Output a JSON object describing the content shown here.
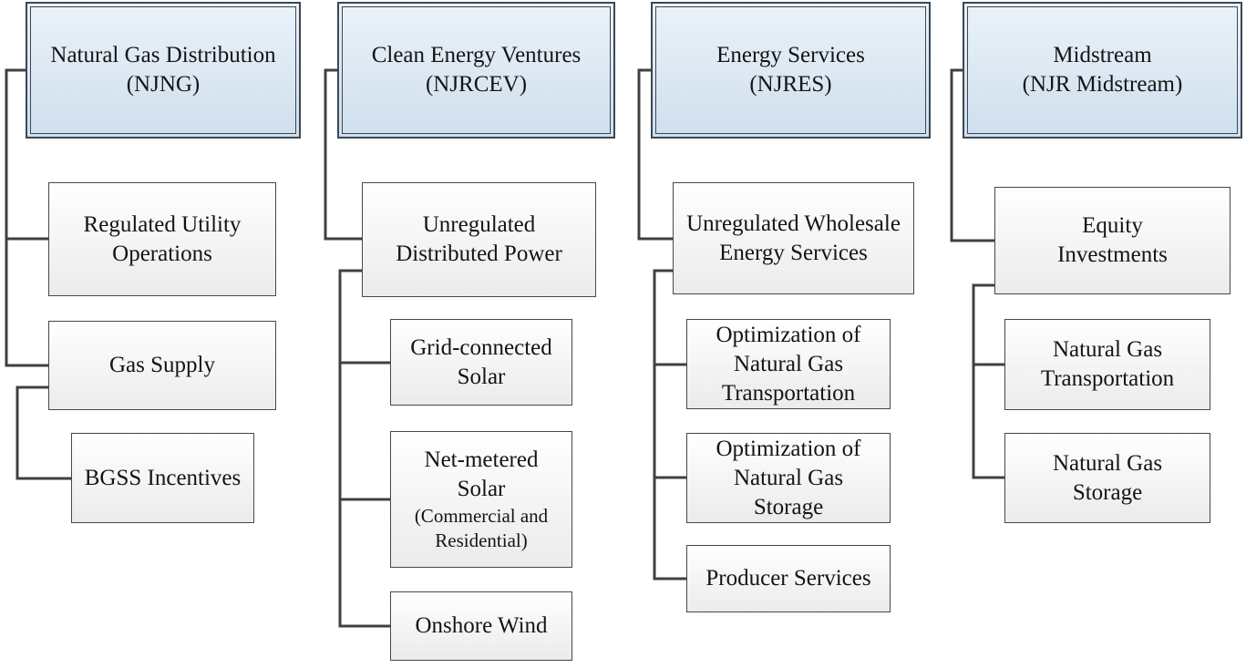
{
  "columns": [
    {
      "header": {
        "lines": [
          "Natural Gas Distribution",
          "(NJNG)"
        ]
      },
      "children": [
        {
          "lines": [
            "Regulated Utility",
            "Operations"
          ]
        },
        {
          "lines": [
            "Gas Supply"
          ]
        },
        {
          "lines": [
            "BGSS Incentives"
          ]
        }
      ]
    },
    {
      "header": {
        "lines": [
          "Clean Energy Ventures",
          "(NJRCEV)"
        ]
      },
      "children": [
        {
          "lines": [
            "Unregulated",
            "Distributed Power"
          ]
        },
        {
          "lines": [
            "Grid-connected",
            "Solar"
          ]
        },
        {
          "lines": [
            "Net-metered",
            "Solar"
          ],
          "note_lines": [
            "(Commercial and",
            "Residential)"
          ]
        },
        {
          "lines": [
            "Onshore Wind"
          ]
        }
      ]
    },
    {
      "header": {
        "lines": [
          "Energy Services",
          "(NJRES)"
        ]
      },
      "children": [
        {
          "lines": [
            "Unregulated Wholesale",
            "Energy Services"
          ]
        },
        {
          "lines": [
            "Optimization of",
            "Natural Gas",
            "Transportation"
          ]
        },
        {
          "lines": [
            "Optimization of",
            "Natural Gas",
            "Storage"
          ]
        },
        {
          "lines": [
            "Producer Services"
          ]
        }
      ]
    },
    {
      "header": {
        "lines": [
          "Midstream",
          "(NJR Midstream)"
        ]
      },
      "children": [
        {
          "lines": [
            "Equity",
            "Investments"
          ]
        },
        {
          "lines": [
            "Natural Gas",
            "Transportation"
          ]
        },
        {
          "lines": [
            "Natural Gas",
            "Storage"
          ]
        }
      ]
    }
  ],
  "colors": {
    "header_fill_top": "#eaf2f9",
    "header_fill_bottom": "#cfdfed",
    "header_border": "#3b4854",
    "child_fill_top": "#ffffff",
    "child_fill_bottom": "#ebebec",
    "child_border": "#474747",
    "connector": "#404040",
    "text": "#141414"
  }
}
